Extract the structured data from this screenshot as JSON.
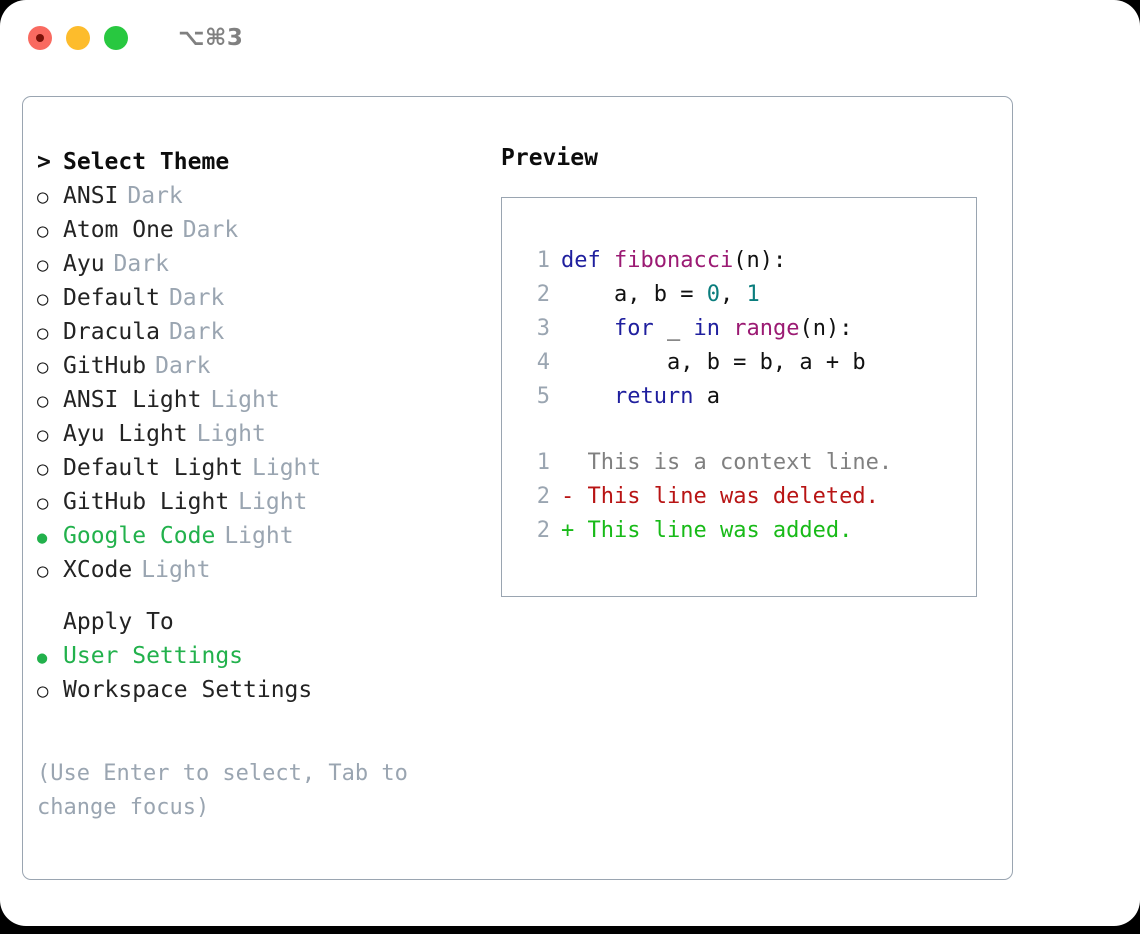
{
  "window": {
    "title": "⌥⌘3",
    "traffic_lights": [
      "close-red",
      "minimize-yellow",
      "maximize-green"
    ]
  },
  "colors": {
    "selected_green": "#22b14c",
    "muted_gray": "#9aa5b1",
    "border": "#9aa5b1",
    "keyword_blue": "#1f1f9e",
    "function_purple": "#9b1a73",
    "number_teal": "#0a7d7d",
    "diff_deleted_red": "#b81414",
    "diff_added_green": "#18ba18"
  },
  "theme_picker": {
    "heading_marker": ">",
    "heading": "Select Theme",
    "marker_selected": "●",
    "marker_unselected": "○",
    "items": [
      {
        "marker": "○",
        "name": "ANSI",
        "suffix": "Dark",
        "selected": false
      },
      {
        "marker": "○",
        "name": "Atom One",
        "suffix": "Dark",
        "selected": false
      },
      {
        "marker": "○",
        "name": "Ayu",
        "suffix": "Dark",
        "selected": false
      },
      {
        "marker": "○",
        "name": "Default",
        "suffix": "Dark",
        "selected": false
      },
      {
        "marker": "○",
        "name": "Dracula",
        "suffix": "Dark",
        "selected": false
      },
      {
        "marker": "○",
        "name": "GitHub",
        "suffix": "Dark",
        "selected": false
      },
      {
        "marker": "○",
        "name": "ANSI Light",
        "suffix": "Light",
        "selected": false
      },
      {
        "marker": "○",
        "name": "Ayu Light",
        "suffix": "Light",
        "selected": false
      },
      {
        "marker": "○",
        "name": "Default Light",
        "suffix": "Light",
        "selected": false
      },
      {
        "marker": "○",
        "name": "GitHub Light",
        "suffix": "Light",
        "selected": false
      },
      {
        "marker": "●",
        "name": "Google Code",
        "suffix": "Light",
        "selected": true
      },
      {
        "marker": "○",
        "name": "XCode",
        "suffix": "Light",
        "selected": false
      }
    ]
  },
  "apply_to": {
    "heading": "Apply To",
    "items": [
      {
        "marker": "●",
        "name": "User Settings",
        "selected": true
      },
      {
        "marker": "○",
        "name": "Workspace Settings",
        "selected": false
      }
    ]
  },
  "hint": "(Use Enter to select, Tab to change focus)",
  "preview": {
    "title": "Preview",
    "code_lines": [
      {
        "lineno": "1",
        "tokens": [
          {
            "text": "def ",
            "kind": "kw"
          },
          {
            "text": "fibonacci",
            "kind": "fn"
          },
          {
            "text": "(n):",
            "kind": "txt"
          }
        ]
      },
      {
        "lineno": "2",
        "tokens": [
          {
            "text": "    a, b = ",
            "kind": "txt"
          },
          {
            "text": "0",
            "kind": "num"
          },
          {
            "text": ", ",
            "kind": "txt"
          },
          {
            "text": "1",
            "kind": "num"
          }
        ]
      },
      {
        "lineno": "3",
        "tokens": [
          {
            "text": "    ",
            "kind": "txt"
          },
          {
            "text": "for",
            "kind": "kw"
          },
          {
            "text": " _ ",
            "kind": "txt"
          },
          {
            "text": "in",
            "kind": "kw"
          },
          {
            "text": " ",
            "kind": "txt"
          },
          {
            "text": "range",
            "kind": "fn"
          },
          {
            "text": "(n):",
            "kind": "txt"
          }
        ]
      },
      {
        "lineno": "4",
        "tokens": [
          {
            "text": "        a, b = b, a + b",
            "kind": "txt"
          }
        ]
      },
      {
        "lineno": "5",
        "tokens": [
          {
            "text": "    ",
            "kind": "txt"
          },
          {
            "text": "return",
            "kind": "kw"
          },
          {
            "text": " a",
            "kind": "txt"
          }
        ]
      }
    ],
    "diff_lines": [
      {
        "lineno": "1",
        "prefix": "  ",
        "text": "This is a context line.",
        "kind": "ctx"
      },
      {
        "lineno": "2",
        "prefix": "- ",
        "text": "This line was deleted.",
        "kind": "del"
      },
      {
        "lineno": "2",
        "prefix": "+ ",
        "text": "This line was added.",
        "kind": "add"
      }
    ]
  }
}
